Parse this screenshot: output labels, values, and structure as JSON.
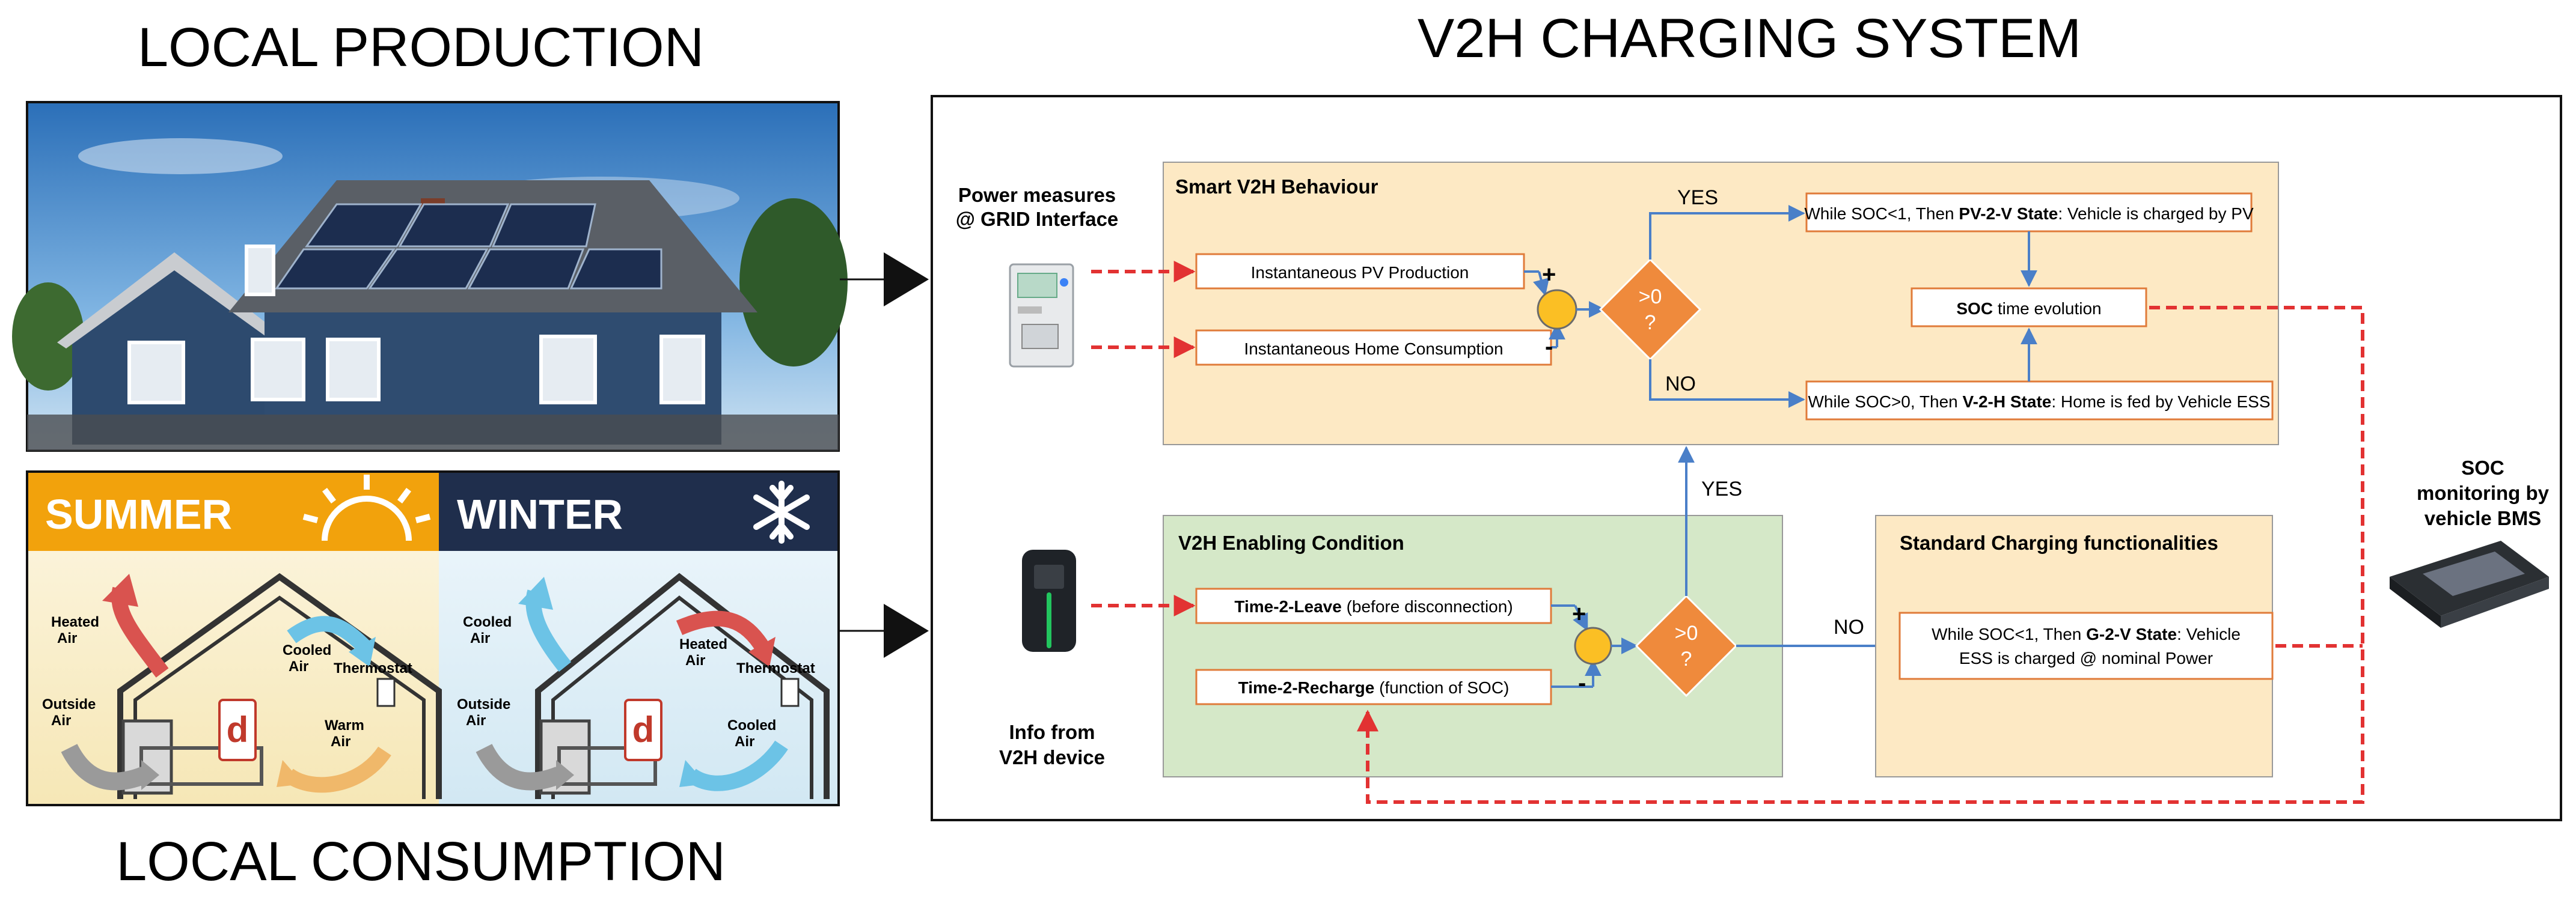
{
  "left": {
    "production_title": "LOCAL PRODUCTION",
    "consumption_title": "LOCAL CONSUMPTION",
    "summer": {
      "label": "SUMMER",
      "heated_air": [
        "Heated",
        "Air"
      ],
      "cooled_air": [
        "Cooled",
        "Air"
      ],
      "thermostat": "Thermostat",
      "outside_air": [
        "Outside",
        "Air"
      ],
      "warm_air": [
        "Warm",
        "Air"
      ]
    },
    "winter": {
      "label": "WINTER",
      "cooled_air_top": [
        "Cooled",
        "Air"
      ],
      "heated_air": [
        "Heated",
        "Air"
      ],
      "thermostat": "Thermostat",
      "outside_air": [
        "Outside",
        "Air"
      ],
      "cooled_air_bottom": [
        "Cooled",
        "Air"
      ]
    }
  },
  "system": {
    "title": "V2H CHARGING SYSTEM",
    "power_measures": [
      "Power measures",
      "@ GRID Interface"
    ],
    "smart_title": "Smart V2H Behaviour",
    "pv_production": "Instantaneous PV Production",
    "home_consumption": "Instantaneous Home Consumption",
    "plus": "+",
    "minus": "-",
    "decision": [
      ">0",
      "?"
    ],
    "yes": "YES",
    "no": "NO",
    "pv2v": {
      "pre": "While SOC<1, Then ",
      "bold": "PV-2-V State",
      "post": ": Vehicle is charged by PV"
    },
    "soc_evolution": {
      "bold": "SOC",
      "post": " time evolution"
    },
    "v2h": {
      "pre": "While SOC>0, Then ",
      "bold": "V-2-H State",
      "post": ": Home is fed by Vehicle ESS"
    },
    "enabling_title": "V2H Enabling Condition",
    "time2leave": {
      "bold": "Time-2-Leave",
      "post": " (before disconnection)"
    },
    "time2recharge": {
      "bold": "Time-2-Recharge",
      "post": " (function of SOC)"
    },
    "info_from": [
      "Info from",
      "V2H device"
    ],
    "standard_title": "Standard Charging functionalities",
    "g2v": {
      "pre": "While SOC<1, Then ",
      "bold": "G-2-V State",
      "post": ": Vehicle",
      "line2": "ESS is charged @ nominal Power"
    },
    "soc_monitoring": [
      "SOC",
      "monitoring by",
      "vehicle BMS"
    ]
  },
  "colors": {
    "smart_fill": "#fde9c4",
    "enabling_fill": "#d5e8c8",
    "box_border": "#e07b3a",
    "diamond": "#ef8a3c",
    "sum_circle": "#fbbf24",
    "blue_line": "#4a7fc8",
    "red_dashed": "#e23232",
    "summer_band": "#f2a20c",
    "winter_band": "#1f2e4c"
  }
}
